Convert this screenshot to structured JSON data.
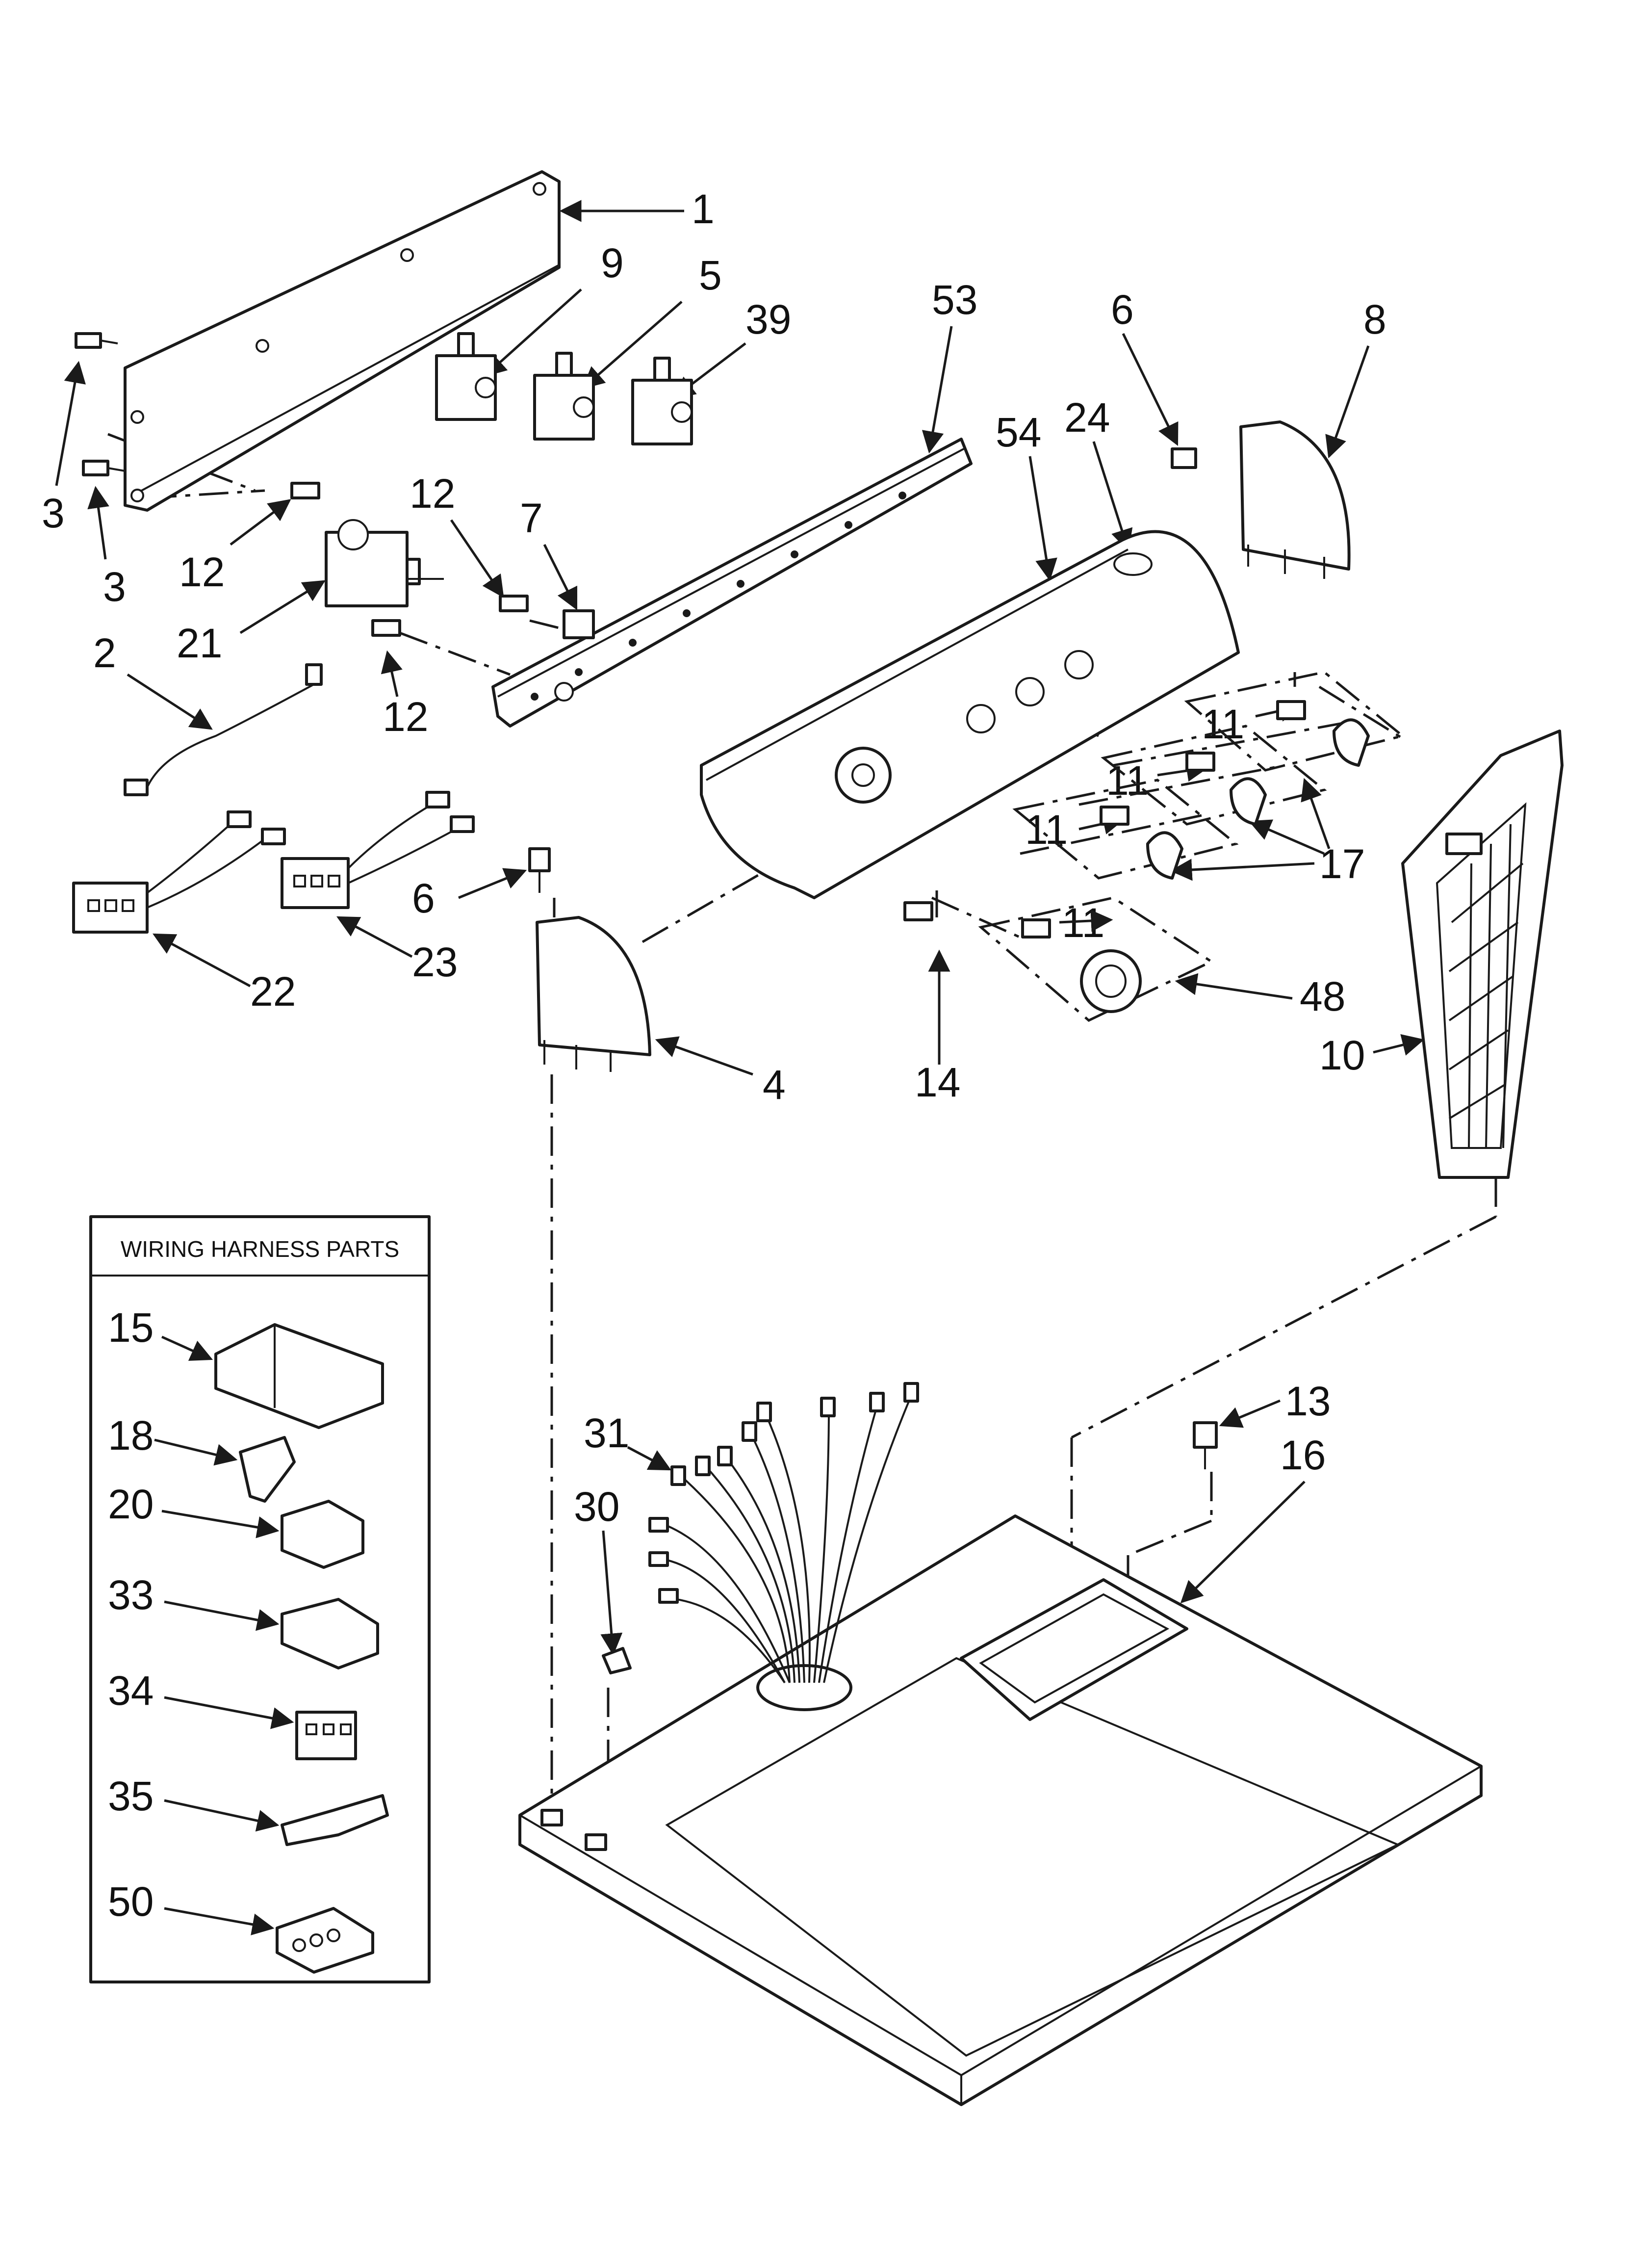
{
  "wiring_box": {
    "title": "WIRING HARNESS PARTS"
  },
  "callouts": {
    "c1": "1",
    "c2": "2",
    "c3a": "3",
    "c3b": "3",
    "c4": "4",
    "c5": "5",
    "c6a": "6",
    "c6b": "6",
    "c7": "7",
    "c8": "8",
    "c9": "9",
    "c10": "10",
    "c11a": "11",
    "c11b": "11",
    "c11c": "11",
    "c11d": "11",
    "c12a": "12",
    "c12b": "12",
    "c12c": "12",
    "c13": "13",
    "c14": "14",
    "c15": "15",
    "c16": "16",
    "c17": "17",
    "c18": "18",
    "c20": "20",
    "c21": "21",
    "c22": "22",
    "c23": "23",
    "c24": "24",
    "c30": "30",
    "c31": "31",
    "c33": "33",
    "c34": "34",
    "c35": "35",
    "c39": "39",
    "c48": "48",
    "c50": "50",
    "c53": "53",
    "c54": "54"
  },
  "colors": {
    "ink": "#1a1a1a",
    "background": "#ffffff"
  }
}
